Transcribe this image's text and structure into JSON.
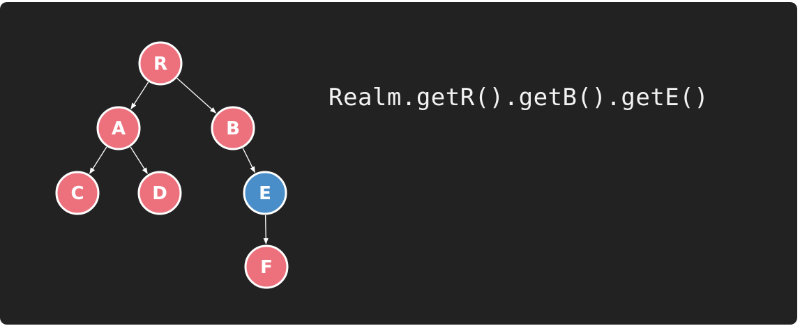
{
  "colors": {
    "background": "#222222",
    "node_default": "#ec717d",
    "node_highlight": "#4a8ec9",
    "node_stroke": "#ffffff",
    "edge": "#ffffff"
  },
  "tree": {
    "nodes": [
      {
        "id": "R",
        "label": "R",
        "highlight": false
      },
      {
        "id": "A",
        "label": "A",
        "highlight": false
      },
      {
        "id": "B",
        "label": "B",
        "highlight": false
      },
      {
        "id": "C",
        "label": "C",
        "highlight": false
      },
      {
        "id": "D",
        "label": "D",
        "highlight": false
      },
      {
        "id": "E",
        "label": "E",
        "highlight": true
      },
      {
        "id": "F",
        "label": "F",
        "highlight": false
      }
    ],
    "edges": [
      {
        "from": "R",
        "to": "A"
      },
      {
        "from": "R",
        "to": "B"
      },
      {
        "from": "A",
        "to": "C"
      },
      {
        "from": "A",
        "to": "D"
      },
      {
        "from": "B",
        "to": "E"
      },
      {
        "from": "E",
        "to": "F"
      }
    ]
  },
  "code": {
    "text": "Realm.getR().getB().getE()"
  }
}
